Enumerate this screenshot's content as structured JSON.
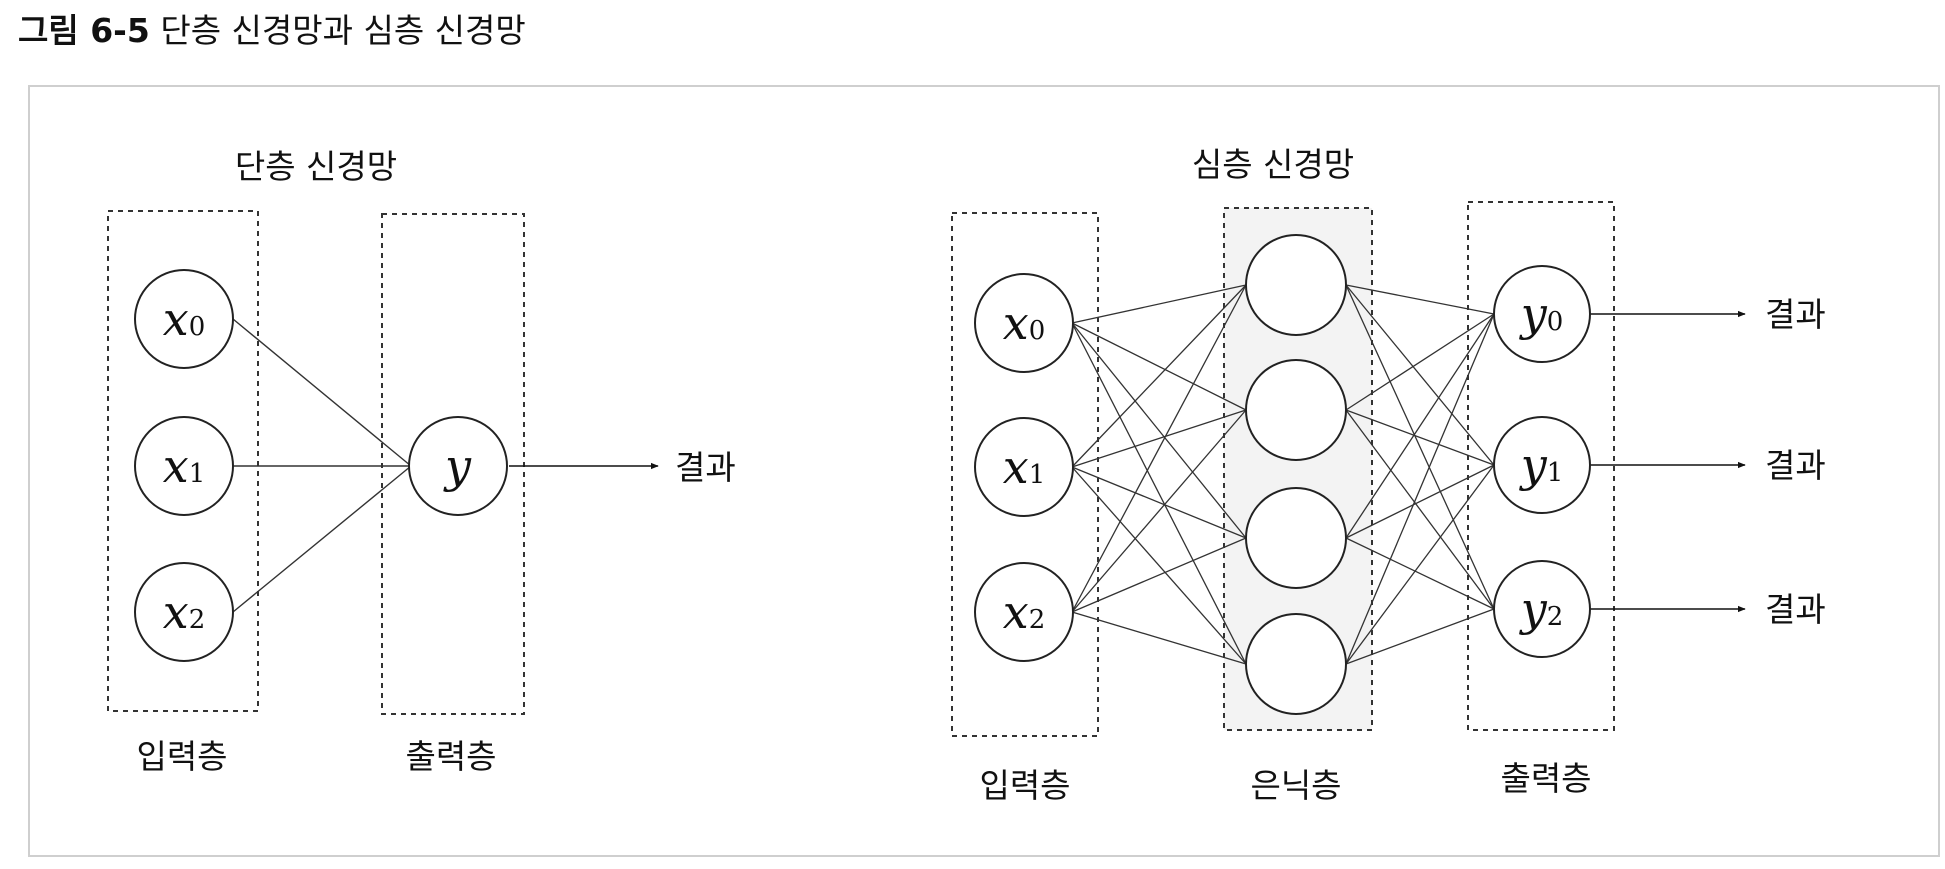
{
  "caption": {
    "number": "그림 6-5",
    "text": "단층 신경망과 심층 신경망"
  },
  "single_net": {
    "title": "단층 신경망",
    "inputs": [
      {
        "base": "x",
        "sub": "0"
      },
      {
        "base": "x",
        "sub": "1"
      },
      {
        "base": "x",
        "sub": "2"
      }
    ],
    "output": {
      "base": "y",
      "sub": ""
    },
    "input_layer_label": "입력층",
    "output_layer_label": "출력층",
    "result_label": "결과"
  },
  "deep_net": {
    "title": "심층 신경망",
    "inputs": [
      {
        "base": "x",
        "sub": "0"
      },
      {
        "base": "x",
        "sub": "1"
      },
      {
        "base": "x",
        "sub": "2"
      }
    ],
    "hidden_count": 4,
    "outputs": [
      {
        "base": "y",
        "sub": "0"
      },
      {
        "base": "y",
        "sub": "1"
      },
      {
        "base": "y",
        "sub": "2"
      }
    ],
    "input_layer_label": "입력층",
    "hidden_layer_label": "은닉층",
    "output_layer_label": "출력층",
    "result_labels": [
      "결과",
      "결과",
      "결과"
    ]
  }
}
